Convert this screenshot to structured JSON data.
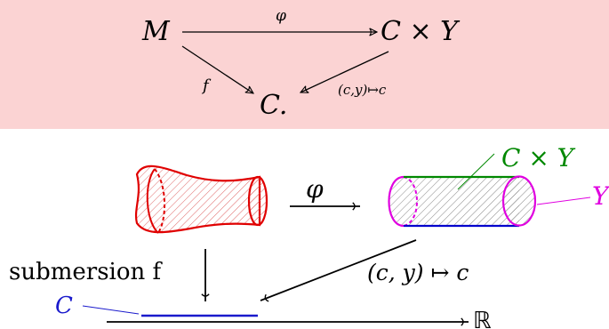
{
  "commutative_diagram": {
    "source_object": "M",
    "target_product": "C × Y",
    "bottom_object": "C.",
    "top_arrow_label": "φ",
    "left_arrow_label": "f",
    "right_arrow_label": "(c,y)↦c"
  },
  "illustration": {
    "product_label": "C × Y",
    "fiber_label": "Y",
    "phi_label": "φ",
    "submersion_label": "submersion f",
    "projection_label": "(c, y) ↦ c",
    "base_label": "C",
    "real_line_label": "ℝ"
  },
  "colors": {
    "diagram_background": "#fbd3d3",
    "manifold_red": "#e00000",
    "fiber_magenta": "#e000e0",
    "top_edge_green": "#008800",
    "bottom_edge_blue": "#0000cc",
    "base_blue": "#1a1acc",
    "hatch_gray": "#888888"
  }
}
